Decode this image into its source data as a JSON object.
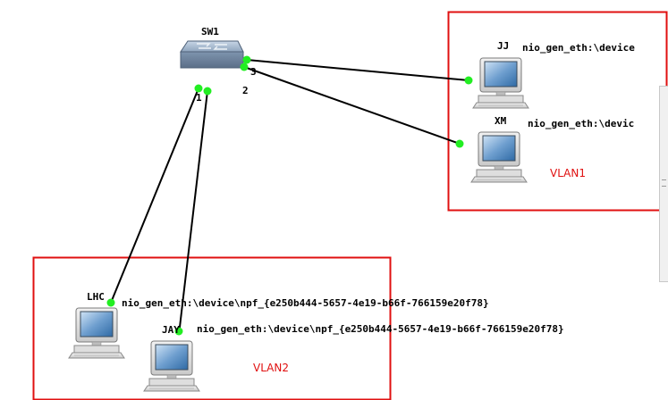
{
  "colors": {
    "link": "#000000",
    "port_dot": "#22ee22",
    "vlan_box": "#e01010",
    "vlan_text": "#e01010"
  },
  "nodes": {
    "switch": {
      "name": "SW1",
      "icon": "switch-icon"
    },
    "jj": {
      "name": "JJ",
      "icon": "computer-icon",
      "interface": "nio_gen_eth:\\device"
    },
    "xm": {
      "name": "XM",
      "icon": "computer-icon",
      "interface": "nio_gen_eth:\\devic"
    },
    "lhc": {
      "name": "LHC",
      "icon": "computer-icon",
      "interface": "nio_gen_eth:\\device\\npf_{e250b444-5657-4e19-b66f-766159e20f78}"
    },
    "jay": {
      "name": "JAY",
      "icon": "computer-icon",
      "interface": "nio_gen_eth:\\device\\npf_{e250b444-5657-4e19-b66f-766159e20f78}"
    }
  },
  "ports": {
    "p1": "1",
    "p2": "2",
    "p3": "3"
  },
  "vlans": {
    "vlan1": "VLAN1",
    "vlan2": "VLAN2"
  }
}
